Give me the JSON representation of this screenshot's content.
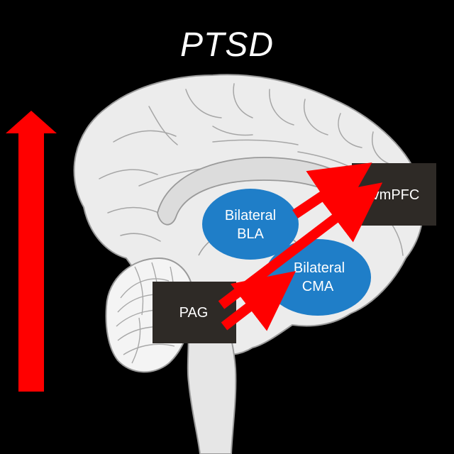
{
  "title": "PTSD",
  "regions": {
    "bla": {
      "line1": "Bilateral",
      "line2": "BLA"
    },
    "cma": {
      "line1": "Bilateral",
      "line2": "CMA"
    },
    "pag": "PAG",
    "vmpfc": "vmPFC"
  },
  "colors": {
    "background": "#000000",
    "brain_fill": "#ececec",
    "brain_outline": "#9a9a9a",
    "ellipse_fill": "#1f7ec8",
    "box_fill": "#2e2a26",
    "arrow": "#ff0000",
    "text": "#ffffff"
  }
}
